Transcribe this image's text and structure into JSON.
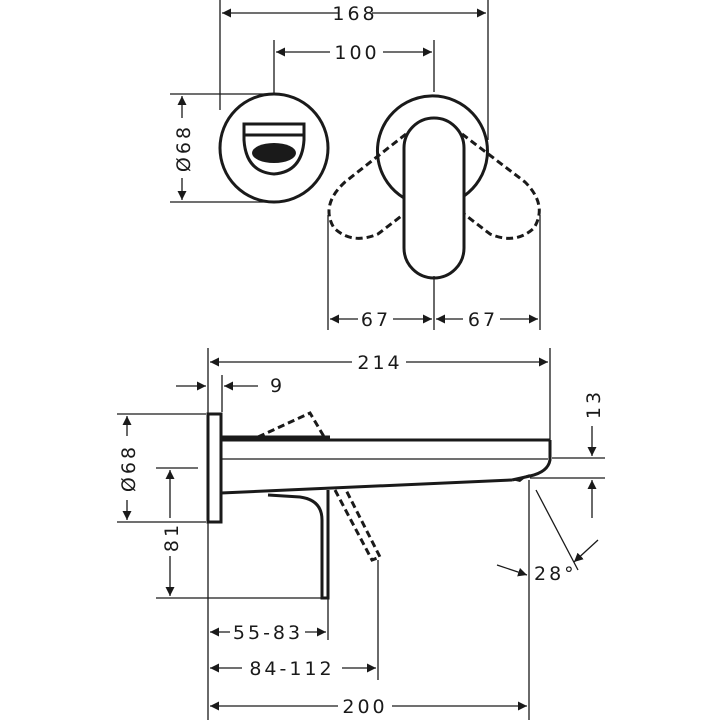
{
  "drawing": {
    "type": "wall-mounted basin mixer dimension drawing",
    "line_color": "#1a1a1a",
    "background": "#ffffff",
    "front_view": {
      "dimensions": {
        "overall_width": "168",
        "center_distance": "100",
        "escutcheon_diameter": "Ø68",
        "handle_swing_left": "67",
        "handle_swing_right": "67"
      }
    },
    "side_view": {
      "dimensions": {
        "spout_projection": "214",
        "escutcheon_thickness": "9",
        "escutcheon_diameter": "Ø68",
        "handle_height": "81",
        "outlet_height": "13",
        "spray_angle": "28°",
        "handle_distance_range": "55-83",
        "handle_swing_range": "84-112",
        "outlet_projection": "200"
      }
    }
  }
}
